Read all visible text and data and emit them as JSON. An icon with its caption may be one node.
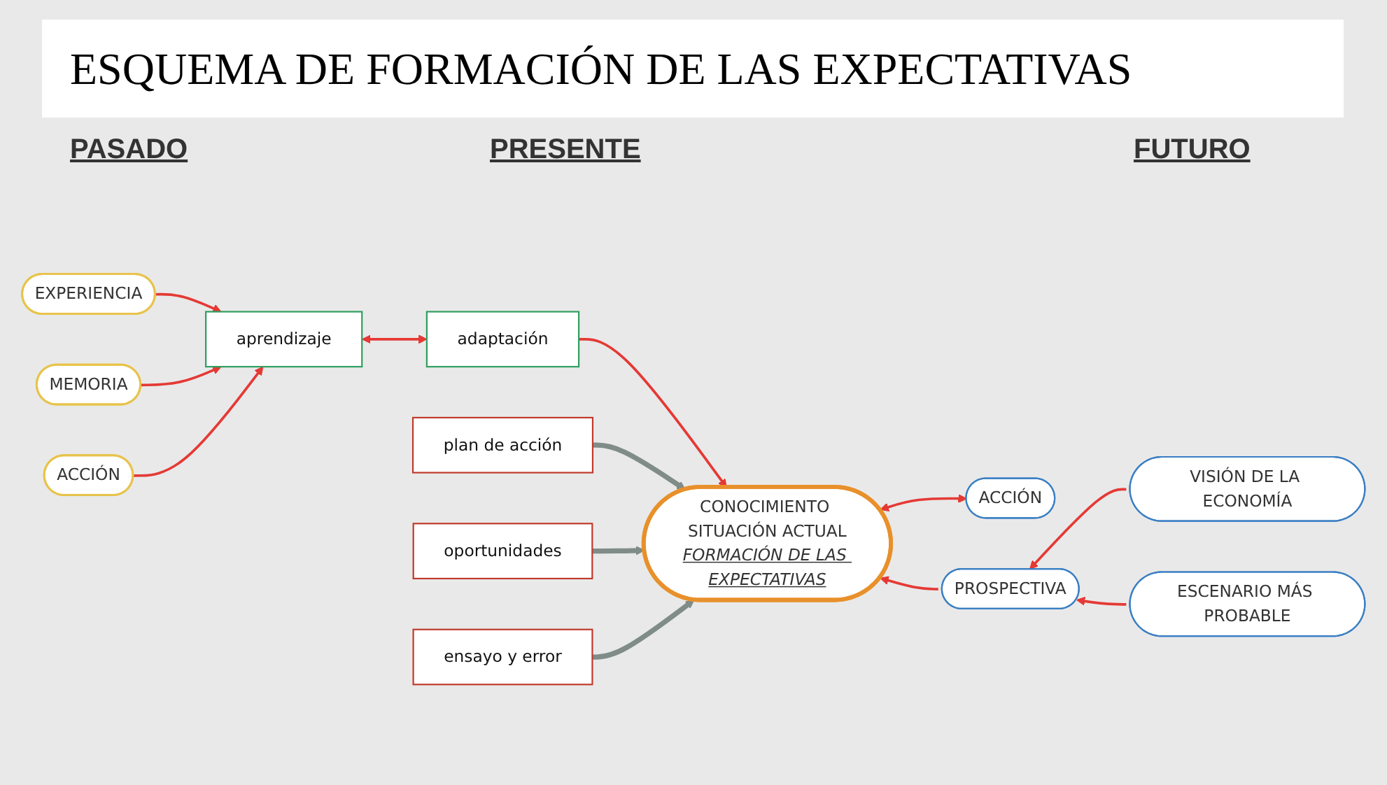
{
  "diagram": {
    "title": "ESQUEMA DE FORMACIÓN DE LAS EXPECTATIVAS",
    "nodes": [
      {
        "text": [
          "EXPERIENCIA"
        ]
      },
      {
        "text": [
          "MEMORIA"
        ]
      },
      {
        "text": [
          "ACCIÓN"
        ]
      },
      {
        "text": [
          "aprendizaje"
        ]
      },
      {
        "text": [
          "adaptación"
        ]
      },
      {
        "text": [
          "ACCIÓN"
        ]
      },
      {
        "text": [
          "CONOCIMIENTO SITUACIÓN ACTUAL",
          "FORMACIÓN DE LAS EXPECTATIVAS"
        ]
      },
      {
        "text": [
          "VISIÓN DE LA ECONOMÍA"
        ]
      },
      {
        "text": [
          "PROSPECTIVA"
        ]
      },
      {
        "text": [
          "ESCENARIO MÁS PROBABLE"
        ]
      },
      {
        "text": [
          "plan de acción"
        ]
      },
      {
        "text": [
          "oportunidades"
        ]
      },
      {
        "text": [
          "ensayo y error"
        ]
      }
    ],
    "edges": [
      {
        "from": 0,
        "to": 3,
        "arrow": "to"
      },
      {
        "from": 1,
        "to": 3,
        "arrow": "to"
      },
      {
        "from": 2,
        "to": 3,
        "arrow": "to"
      },
      {
        "from": 3,
        "to": 4,
        "arrow": "both"
      },
      {
        "from": 4,
        "to": 6,
        "arrow": "to"
      },
      {
        "from": 6,
        "to": 5,
        "arrow": "both"
      },
      {
        "from": 8,
        "to": 6,
        "arrow": "to"
      },
      {
        "from": 7,
        "to": 8,
        "arrow": "to"
      },
      {
        "from": 9,
        "to": 8,
        "arrow": "to"
      },
      {
        "from": 10,
        "to": 6,
        "arrow": "to",
        "style": "thick",
        "color": "#7f8c87"
      },
      {
        "from": 11,
        "to": 6,
        "arrow": "to",
        "style": "thick",
        "color": "#7f8c87"
      },
      {
        "from": 12,
        "to": 6,
        "arrow": "to",
        "style": "thick",
        "color": "#7f8c87"
      }
    ],
    "labels": [
      "PASADO",
      "PRESENTE",
      "FUTURO"
    ]
  }
}
